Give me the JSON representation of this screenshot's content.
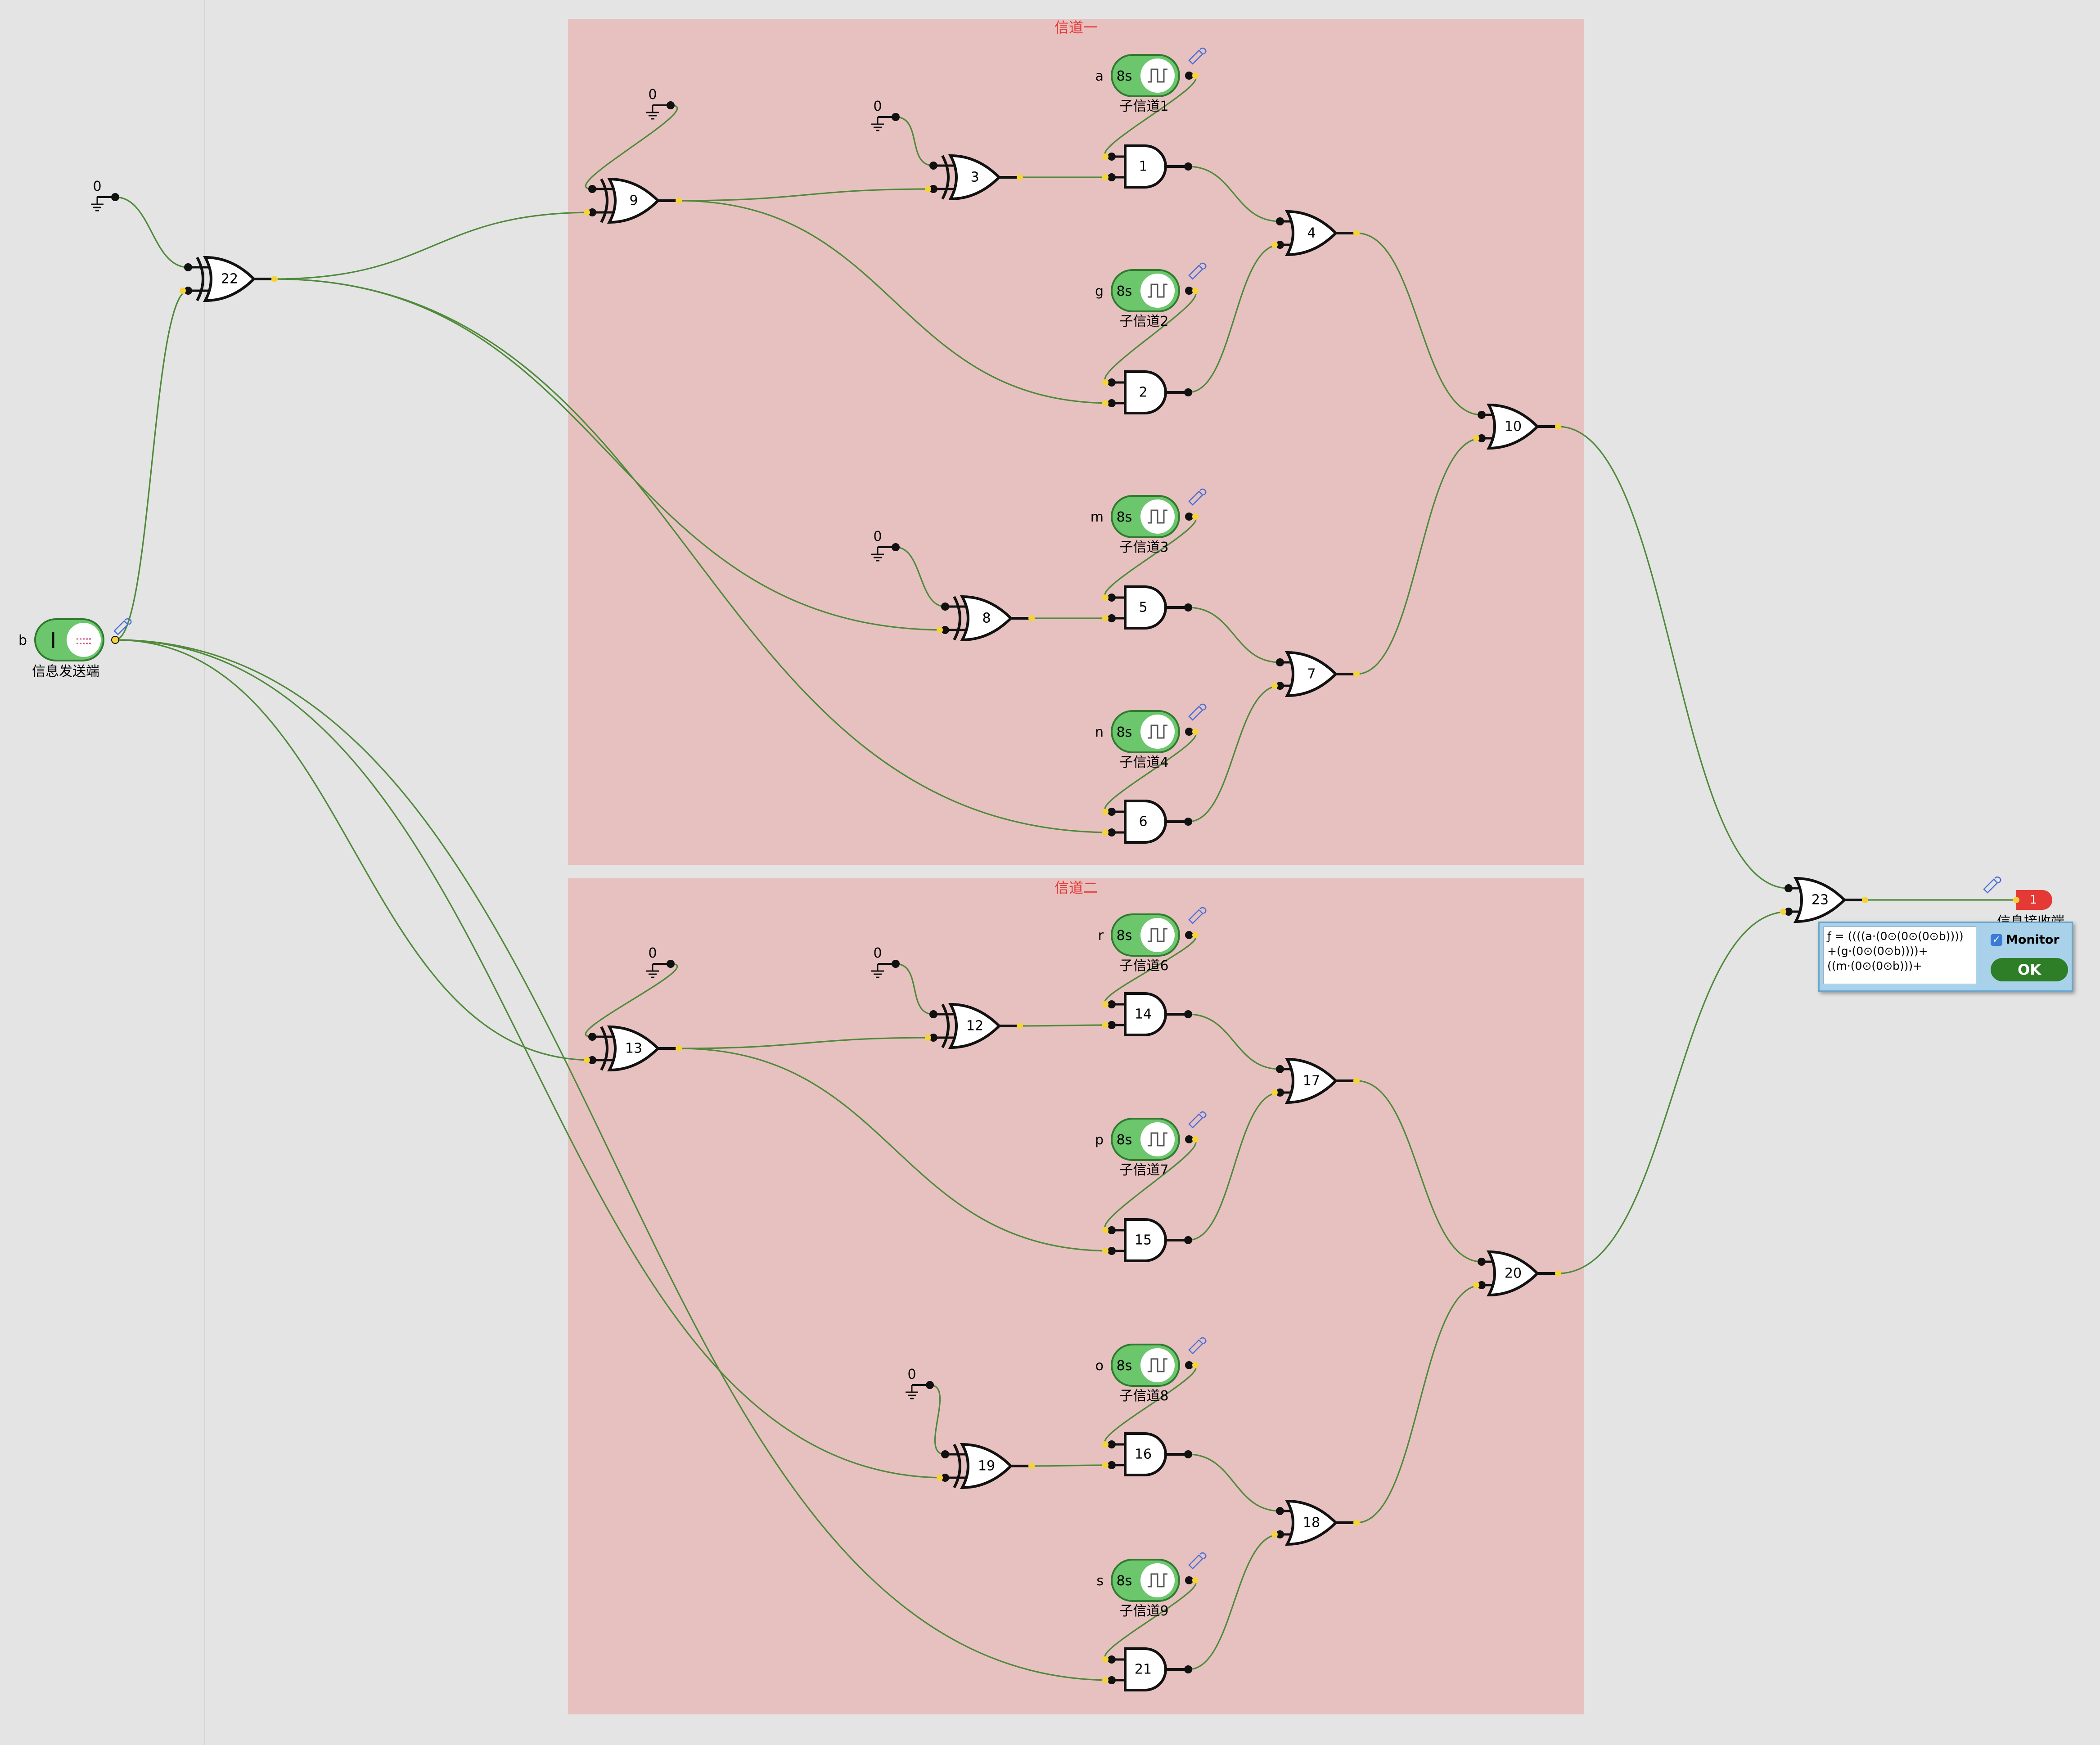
{
  "regions": {
    "channel1_title": "信道一",
    "channel2_title": "信道二"
  },
  "colors": {
    "background": "#e4e4e4",
    "region_fill": "#e7c1c0",
    "wire": "#4f8a3a",
    "pin": "#f5d33a",
    "clock_green": "#6cc66c",
    "output_red": "#e53935",
    "popup_bg": "#a9d2ea",
    "ok_button": "#2e7d27",
    "title_red": "#e53935"
  },
  "sender": {
    "name": "b",
    "label": "信息发送端"
  },
  "receiver": {
    "value": "1",
    "label": "信息接收端"
  },
  "ground_value": "0",
  "subchannels": [
    {
      "name": "a",
      "period": "8s",
      "label": "子信道1"
    },
    {
      "name": "g",
      "period": "8s",
      "label": "子信道2"
    },
    {
      "name": "m",
      "period": "8s",
      "label": "子信道3"
    },
    {
      "name": "n",
      "period": "8s",
      "label": "子信道4"
    },
    {
      "name": "r",
      "period": "8s",
      "label": "子信道6"
    },
    {
      "name": "p",
      "period": "8s",
      "label": "子信道7"
    },
    {
      "name": "o",
      "period": "8s",
      "label": "子信道8"
    },
    {
      "name": "s",
      "period": "8s",
      "label": "子信道9"
    }
  ],
  "gates": [
    {
      "id": "22",
      "type": "xor"
    },
    {
      "id": "9",
      "type": "xor"
    },
    {
      "id": "3",
      "type": "xor"
    },
    {
      "id": "8",
      "type": "xor"
    },
    {
      "id": "13",
      "type": "xor"
    },
    {
      "id": "12",
      "type": "xor"
    },
    {
      "id": "19",
      "type": "xor"
    },
    {
      "id": "1",
      "type": "and"
    },
    {
      "id": "2",
      "type": "and"
    },
    {
      "id": "5",
      "type": "and"
    },
    {
      "id": "6",
      "type": "and"
    },
    {
      "id": "14",
      "type": "and"
    },
    {
      "id": "15",
      "type": "and"
    },
    {
      "id": "16",
      "type": "and"
    },
    {
      "id": "21",
      "type": "and"
    },
    {
      "id": "4",
      "type": "or"
    },
    {
      "id": "7",
      "type": "or"
    },
    {
      "id": "10",
      "type": "or"
    },
    {
      "id": "17",
      "type": "or"
    },
    {
      "id": "18",
      "type": "or"
    },
    {
      "id": "20",
      "type": "or"
    },
    {
      "id": "23",
      "type": "or"
    }
  ],
  "popup": {
    "expression_lines": [
      "ƒ = ((((a·(0⊙(0⊙(0⊙b))))",
      "+(g·(0⊙(0⊙b))))+",
      "((m·(0⊙(0⊙b)))+"
    ],
    "monitor_label": "Monitor",
    "monitor_checked": true,
    "ok_label": "OK"
  }
}
